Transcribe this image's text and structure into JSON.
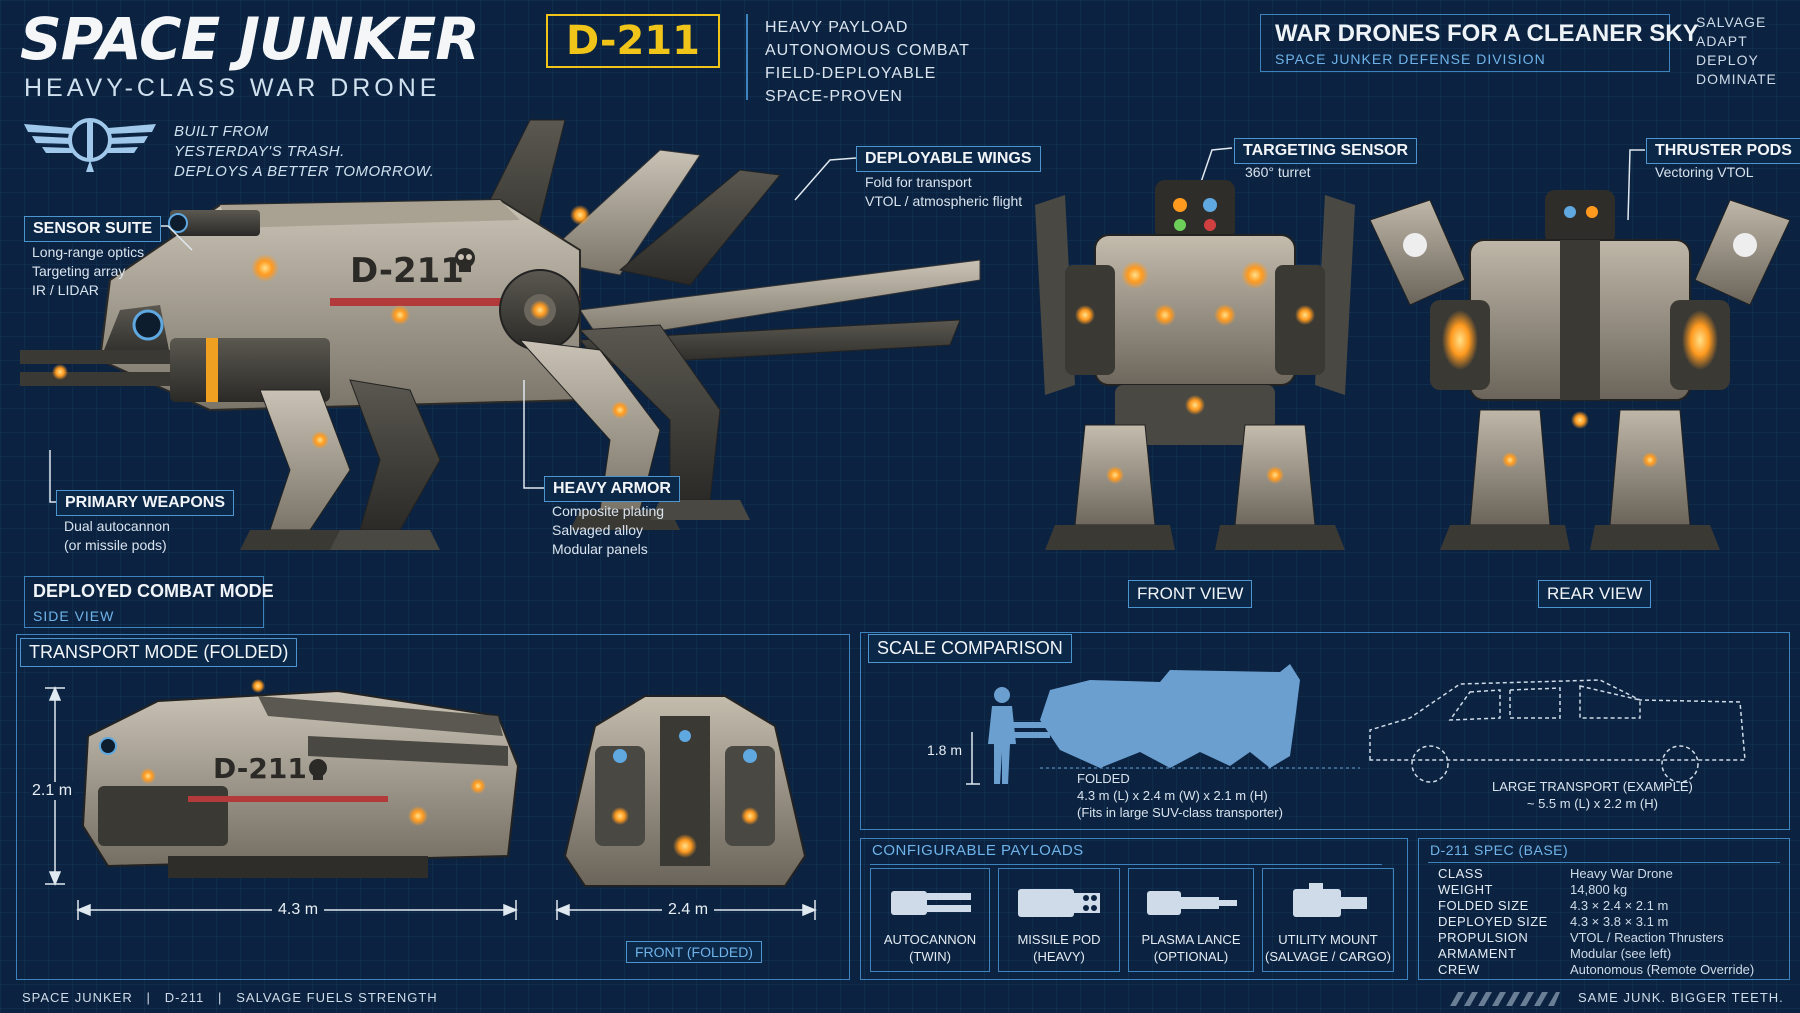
{
  "header": {
    "title": "SPACE JUNKER",
    "model": "D-211",
    "subtitle": "HEAVY-CLASS WAR DRONE",
    "features": [
      "HEAVY PAYLOAD",
      "AUTONOMOUS COMBAT",
      "FIELD-DEPLOYABLE",
      "SPACE-PROVEN"
    ],
    "slogan_title": "WAR DRONES FOR A CLEANER SKY",
    "slogan_sub": "SPACE JUNKER DEFENSE DIVISION",
    "motto": [
      "SALVAGE",
      "ADAPT",
      "DEPLOY",
      "DOMINATE"
    ]
  },
  "tagline": [
    "BUILT FROM",
    "YESTERDAY'S TRASH.",
    "DEPLOYS A BETTER TOMORROW."
  ],
  "callouts": {
    "sensor": {
      "title": "SENSOR SUITE",
      "lines": [
        "Long-range optics",
        "Targeting array",
        "IR / LIDAR"
      ]
    },
    "wings": {
      "title": "DEPLOYABLE WINGS",
      "lines": [
        "Fold for transport",
        "VTOL / atmospheric flight"
      ]
    },
    "weapons": {
      "title": "PRIMARY WEAPONS",
      "lines": [
        "Dual autocannon",
        "(or missile pods)"
      ]
    },
    "armor": {
      "title": "HEAVY ARMOR",
      "lines": [
        "Composite plating",
        "Salvaged alloy",
        "Modular panels"
      ]
    },
    "targeting": {
      "title": "TARGETING SENSOR",
      "lines": [
        "360° turret"
      ]
    },
    "thruster": {
      "title": "THRUSTER PODS",
      "lines": [
        "Vectoring VTOL"
      ]
    }
  },
  "drone_side_marking": "D-211",
  "views": {
    "deployed": "DEPLOYED COMBAT MODE",
    "side": "SIDE VIEW",
    "front": "FRONT VIEW",
    "rear": "REAR VIEW"
  },
  "transport": {
    "title": "TRANSPORT MODE (FOLDED)",
    "height": "2.1 m",
    "length": "4.3 m",
    "width": "2.4 m",
    "front_label": "FRONT (FOLDED)",
    "marking": "D-211"
  },
  "scale": {
    "title": "SCALE COMPARISON",
    "human_height": "1.8 m",
    "folded_lines": [
      "FOLDED",
      "4.3 m (L) x 2.4 m (W) x 2.1 m (H)",
      "(Fits in large SUV-class transporter)"
    ],
    "truck_lines": [
      "LARGE TRANSPORT (EXAMPLE)",
      "~ 5.5 m (L) x 2.2 m (H)"
    ]
  },
  "payloads": {
    "title": "CONFIGURABLE PAYLOADS",
    "items": [
      {
        "name": "AUTOCANNON",
        "sub": "(TWIN)"
      },
      {
        "name": "MISSILE POD",
        "sub": "(HEAVY)"
      },
      {
        "name": "PLASMA LANCE",
        "sub": "(OPTIONAL)"
      },
      {
        "name": "UTILITY MOUNT",
        "sub": "(SALVAGE / CARGO)"
      }
    ]
  },
  "spec": {
    "title": "D-211 SPEC (BASE)",
    "rows": [
      {
        "k": "CLASS",
        "v": "Heavy War Drone"
      },
      {
        "k": "WEIGHT",
        "v": "14,800 kg"
      },
      {
        "k": "FOLDED SIZE",
        "v": "4.3 × 2.4 × 2.1 m"
      },
      {
        "k": "DEPLOYED SIZE",
        "v": "4.3 × 3.8 × 3.1 m"
      },
      {
        "k": "PROPULSION",
        "v": "VTOL / Reaction Thrusters"
      },
      {
        "k": "ARMAMENT",
        "v": "Modular (see left)"
      },
      {
        "k": "CREW",
        "v": "Autonomous (Remote Override)"
      }
    ]
  },
  "footer": {
    "left": "SPACE JUNKER   |   D-211   |   SALVAGE FUELS STRENGTH",
    "right": "SAME JUNK. BIGGER TEETH."
  },
  "colors": {
    "background": "#0b2340",
    "accent_yellow": "#f0c419",
    "line_blue": "#3d83bd",
    "glow_orange": "#ff9a1f"
  }
}
